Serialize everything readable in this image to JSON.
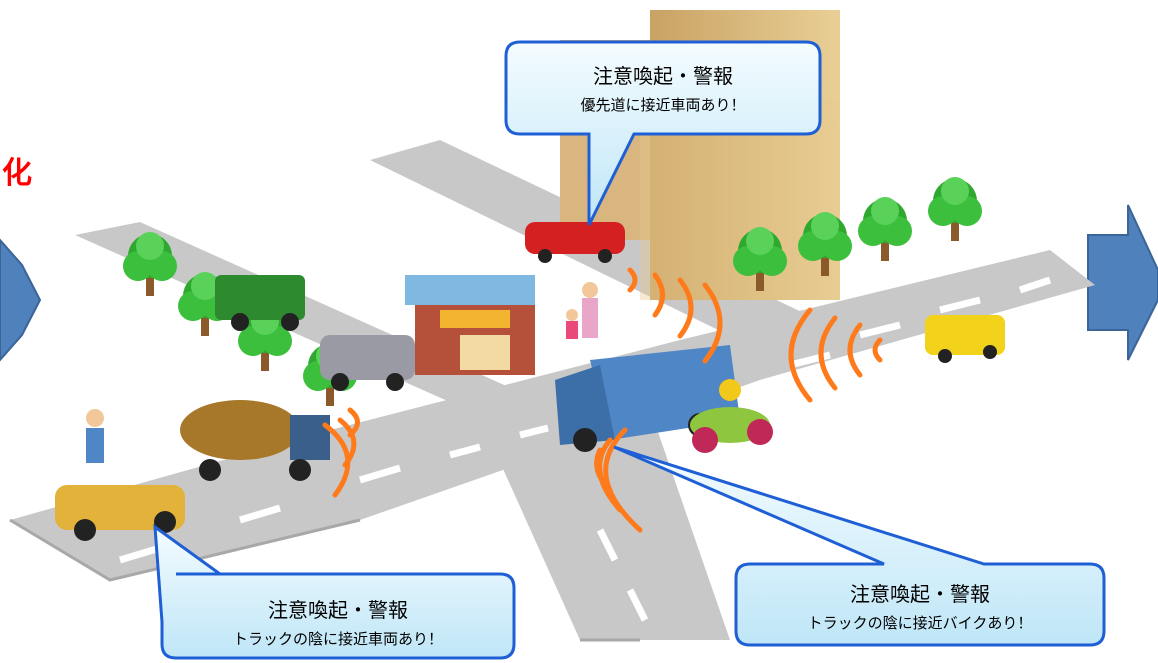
{
  "side_label": "化",
  "callouts": {
    "top": {
      "title": "注意喚起・警報",
      "body": "優先道に接近車両あり！"
    },
    "bottom_left": {
      "title": "注意喚起・警報",
      "body": "トラックの陰に接近車両あり！"
    },
    "bottom_right": {
      "title": "注意喚起・警報",
      "body": "トラックの陰に接近バイクあり！"
    }
  },
  "colors": {
    "road": "#c8c8c8",
    "road_edge": "#a8a8a8",
    "lane_marking": "#ffffff",
    "signal_wave": "#ff7a1a",
    "callout_fill": "#dcf3fb",
    "callout_border": "#1f5fd6",
    "side_arrow": "#4f81bd",
    "side_label": "#ff0000"
  },
  "icons": [
    "building-icon",
    "shop-icon",
    "tree-icon",
    "car-icon",
    "truck-icon",
    "motorbike-icon",
    "tanker-truck-icon",
    "tow-truck-icon",
    "minivan-icon",
    "van-icon",
    "pedestrian-icon",
    "side-arrow-icon"
  ]
}
